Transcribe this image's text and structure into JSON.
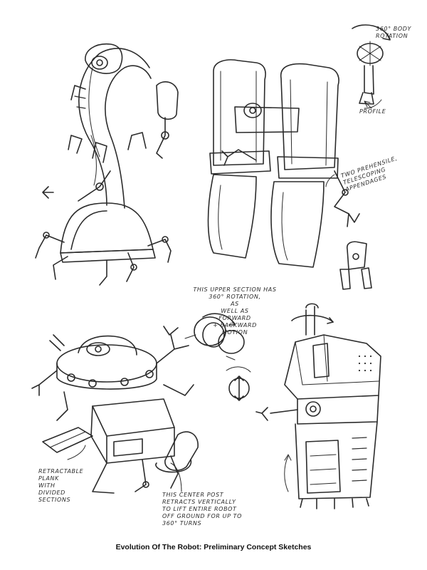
{
  "caption": "Evolution Of The Robot: Preliminary Concept Sketches",
  "notes": {
    "body_rotation": "360° Body\nRotation",
    "profile": "Profile",
    "prehensile": "Two Prehensile,\nTelescoping\nAppendages",
    "upper_section": "This Upper Section Has\n360° Rotation,\nAs\nWell As\nForward\n+ Backward\nMotion",
    "plank": "Retractable\nPlank\nWith\nDivided\nSections",
    "center_post": "This Center Post\nRetracts Vertically\nTo Lift Entire Robot\nOff Ground For Up To\n360° Turns"
  }
}
